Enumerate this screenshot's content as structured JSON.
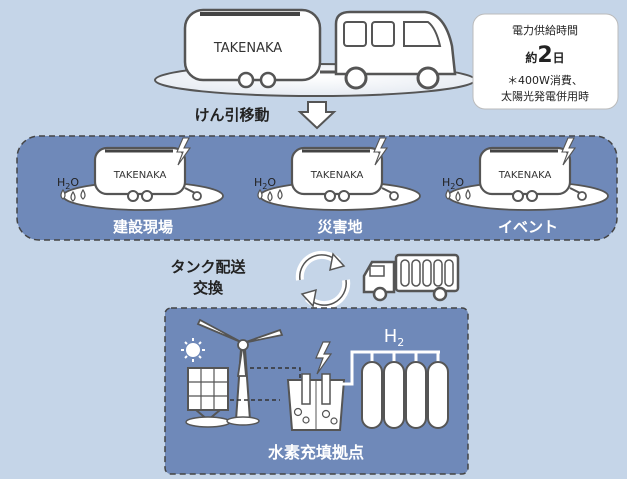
{
  "top": {
    "trailer_brand": "TAKENAKA",
    "move_label": "けん引移動"
  },
  "info_box": {
    "title": "電力供給時間",
    "prefix": "約",
    "number": "2",
    "unit": "日",
    "note_line1": "＊400W消費、",
    "note_line2": "太陽光発電併用時"
  },
  "sites": [
    {
      "brand": "TAKENAKA",
      "h2o_main": "H",
      "h2o_sub": "2",
      "h2o_tail": "O",
      "label": "建設現場"
    },
    {
      "brand": "TAKENAKA",
      "h2o_main": "H",
      "h2o_sub": "2",
      "h2o_tail": "O",
      "label": "災害地"
    },
    {
      "brand": "TAKENAKA",
      "h2o_main": "H",
      "h2o_sub": "2",
      "h2o_tail": "O",
      "label": "イベント"
    }
  ],
  "delivery": {
    "line1": "タンク配送",
    "line2": "交換"
  },
  "station": {
    "h2_main": "H",
    "h2_sub": "2",
    "label": "水素充填拠点"
  },
  "colors": {
    "background": "#c5d5e8",
    "panel": "#6f89b9",
    "vehicle_fill": "#ffffff",
    "outline": "#555555"
  }
}
